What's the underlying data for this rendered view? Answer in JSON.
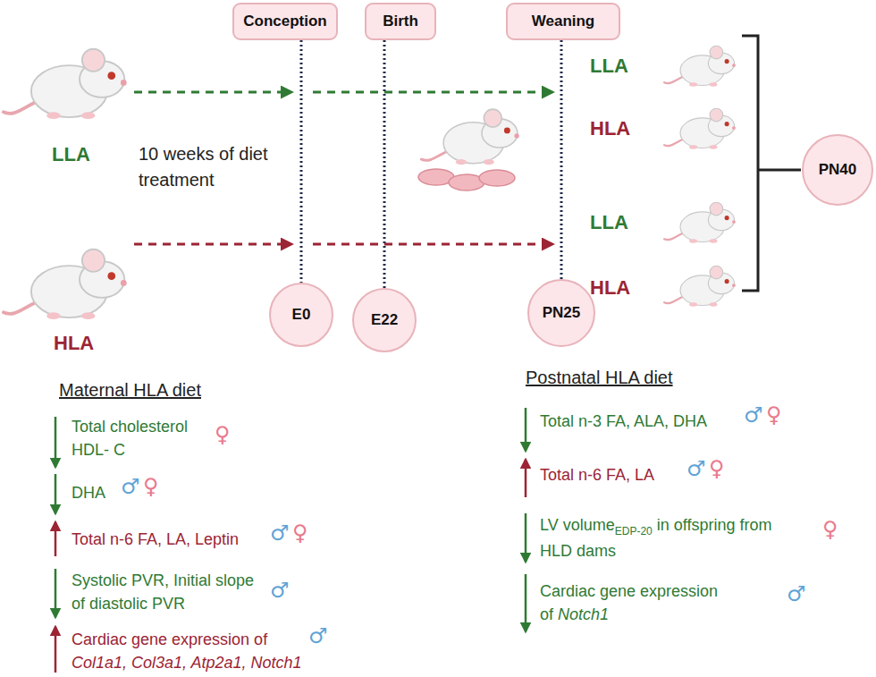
{
  "diagram": {
    "nodes": [
      {
        "text": [
          "Conception"
        ]
      },
      {
        "text": [
          "Birth"
        ]
      },
      {
        "text": [
          "Weaning"
        ]
      },
      {
        "text": [
          "E0"
        ]
      },
      {
        "text": [
          "E22"
        ]
      },
      {
        "text": [
          "PN25"
        ]
      },
      {
        "text": [
          "PN40"
        ]
      }
    ],
    "edges": [
      {
        "from": 0,
        "to": 3,
        "arrow": "none"
      },
      {
        "from": 1,
        "to": 4,
        "arrow": "none"
      },
      {
        "from": 2,
        "to": 5,
        "arrow": "none"
      }
    ],
    "labels": [
      "LLA",
      "10 weeks of diet treatment",
      "HLA",
      "LLA",
      "HLA",
      "LLA",
      "HLA",
      "Maternal HLA diet",
      "Total cholesterol HDL- C",
      "♀",
      "DHA",
      "♂",
      "♀",
      "Total n-6 FA, LA, Leptin",
      "♂",
      "♀",
      "Systolic PVR, Initial slope of diastolic PVR",
      "♂",
      "Cardiac gene expression of",
      "Col1a1, Col3a1, Atp2a1, Notch1",
      "♂",
      "Postnatal HLA diet",
      "Total n-3 FA, ALA, DHA",
      "♂",
      "♀",
      "Total n-6 FA, LA",
      "♂",
      "♀",
      "LV volume",
      "EDP-20",
      "in offspring from HLD dams",
      "♀",
      "Cardiac gene expression of",
      "Notch1",
      "♂"
    ]
  }
}
